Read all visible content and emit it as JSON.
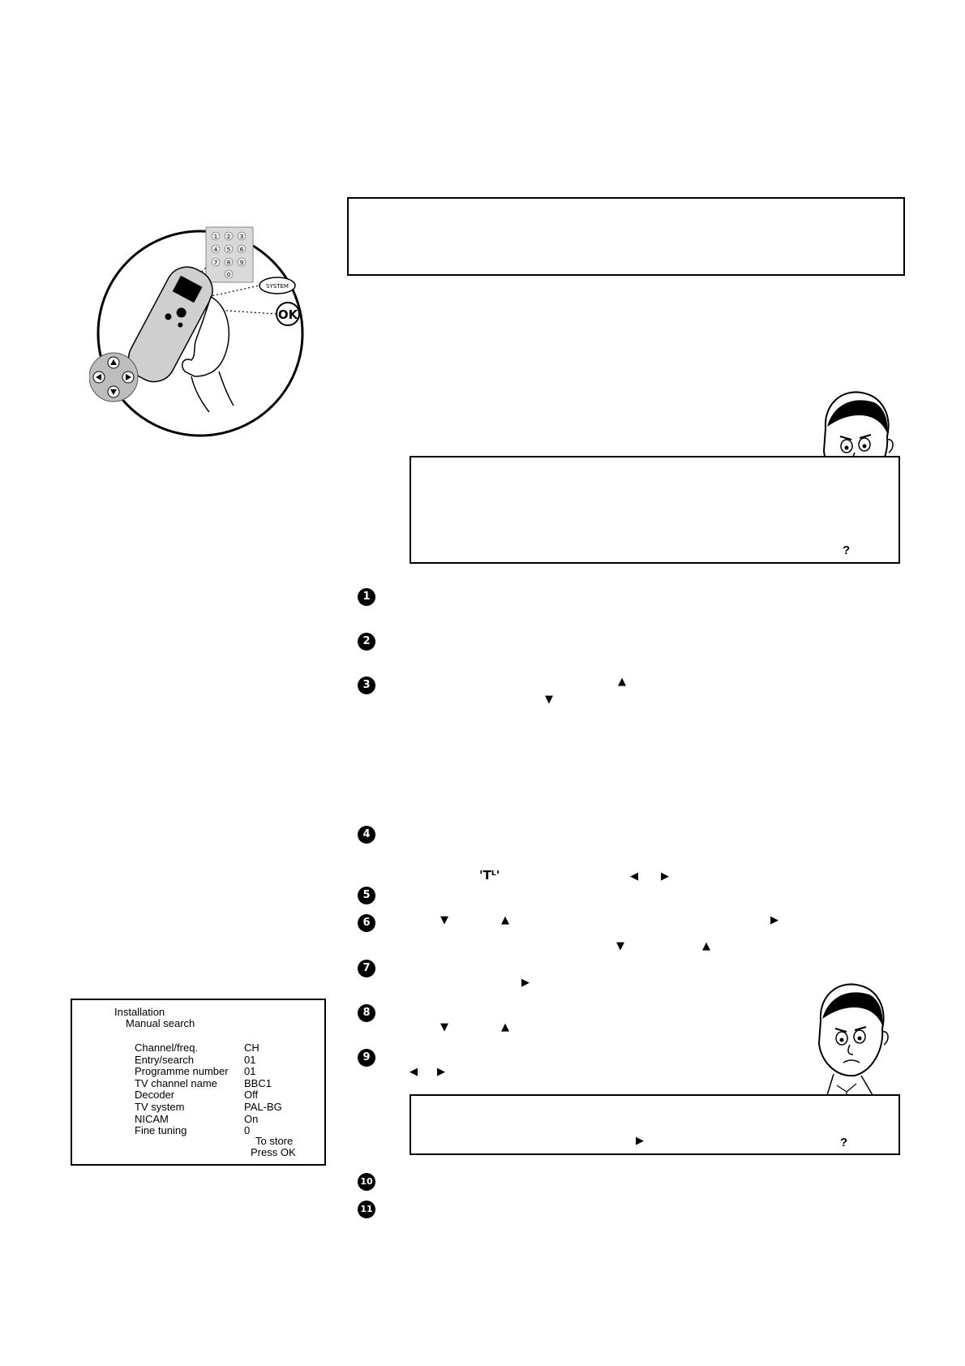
{
  "illustration": {
    "keypad_keys": [
      "1",
      "2",
      "3",
      "4",
      "5",
      "6",
      "7",
      "8",
      "9",
      "0"
    ],
    "system_label": "SYSTEM",
    "ok_label": "OK"
  },
  "hint_marks": {
    "question_1": "?",
    "question_2": "?"
  },
  "steps": [
    "1",
    "2",
    "3",
    "4",
    "5",
    "6",
    "7",
    "8",
    "9",
    "10",
    "11"
  ],
  "glyphs": {
    "up": "▲",
    "down": "▼",
    "left": "◀",
    "right": "▶",
    "setup_symbol": "'Tᴸ'"
  },
  "osd": {
    "title": "Installation",
    "subtitle": "Manual search",
    "rows": [
      {
        "label": "Channel/freq.",
        "value": "CH"
      },
      {
        "label": "Entry/search",
        "value": "01"
      },
      {
        "label": "Programme number",
        "value": "01"
      },
      {
        "label": "TV channel name",
        "value": "BBC1"
      },
      {
        "label": "Decoder",
        "value": "Off"
      },
      {
        "label": "TV system",
        "value": "PAL-BG"
      },
      {
        "label": "NICAM",
        "value": "On"
      },
      {
        "label": "Fine tuning",
        "value": "0"
      }
    ],
    "store_line1": "To store",
    "store_line2": "Press OK"
  }
}
